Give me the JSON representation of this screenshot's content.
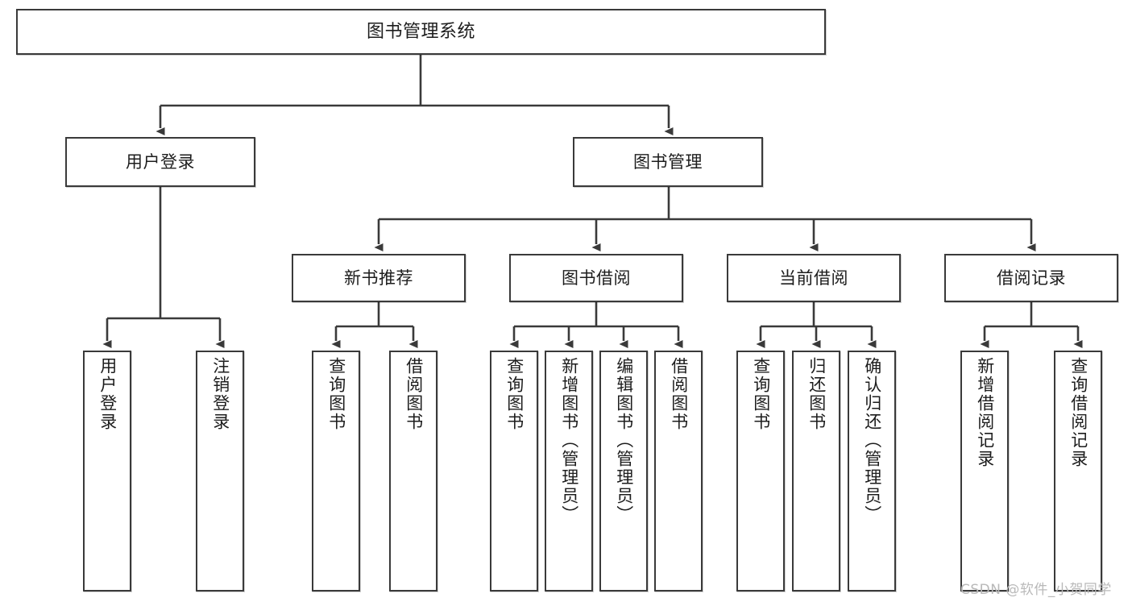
{
  "diagram": {
    "title": "图书管理系统",
    "type": "tree-hierarchy-diagram",
    "watermark": "CSDN @软件_小贺同学",
    "style": {
      "border_color": "#3a3a3a",
      "fill_color": "#ffffff",
      "text_color": "#1d1d1d",
      "watermark_color": "#b9b9b9",
      "background": "#ffffff"
    },
    "nodes": {
      "root": {
        "label": "图书管理系统"
      },
      "level2": [
        {
          "label": "用户登录"
        },
        {
          "label": "图书管理"
        }
      ],
      "level3": [
        {
          "label": "新书推荐"
        },
        {
          "label": "图书借阅"
        },
        {
          "label": "当前借阅"
        },
        {
          "label": "借阅记录"
        }
      ],
      "leaves": {
        "user_login": [
          {
            "label": "用户登录"
          },
          {
            "label": "注销登录"
          }
        ],
        "new_book_recommend": [
          {
            "label": "查询图书"
          },
          {
            "label": "借阅图书"
          }
        ],
        "book_borrow": [
          {
            "label": "查询图书"
          },
          {
            "label": "新增图书（管理员）"
          },
          {
            "label": "编辑图书（管理员）"
          },
          {
            "label": "借阅图书"
          }
        ],
        "current_borrow": [
          {
            "label": "查询图书"
          },
          {
            "label": "归还图书"
          },
          {
            "label": "确认归还（管理员）"
          }
        ],
        "borrow_record": [
          {
            "label": "新增借阅记录"
          },
          {
            "label": "查询借阅记录"
          }
        ]
      }
    }
  }
}
